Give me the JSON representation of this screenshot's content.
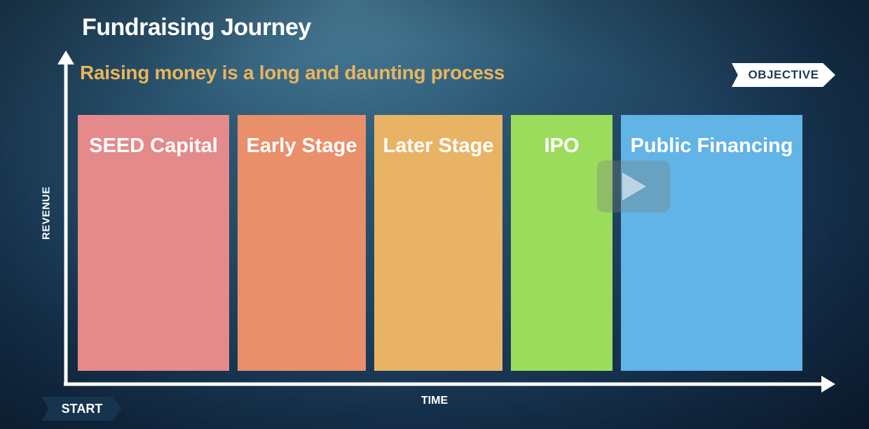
{
  "title": "Fundraising Journey",
  "subtitle": "Raising money is a long and daunting process",
  "axes": {
    "y_label": "REVENUE",
    "x_label": "TIME"
  },
  "tags": {
    "start": "START",
    "objective": "OBJECTIVE"
  },
  "stages": [
    {
      "label": "SEED Capital",
      "color": "#e58a8a"
    },
    {
      "label": "Early Stage",
      "color": "#e98f6a"
    },
    {
      "label": "Later Stage",
      "color": "#e9b366"
    },
    {
      "label": "IPO",
      "color": "#9cdc5c"
    },
    {
      "label": "Public Financing",
      "color": "#62b3e6"
    }
  ],
  "icons": {
    "play": "play-icon"
  }
}
